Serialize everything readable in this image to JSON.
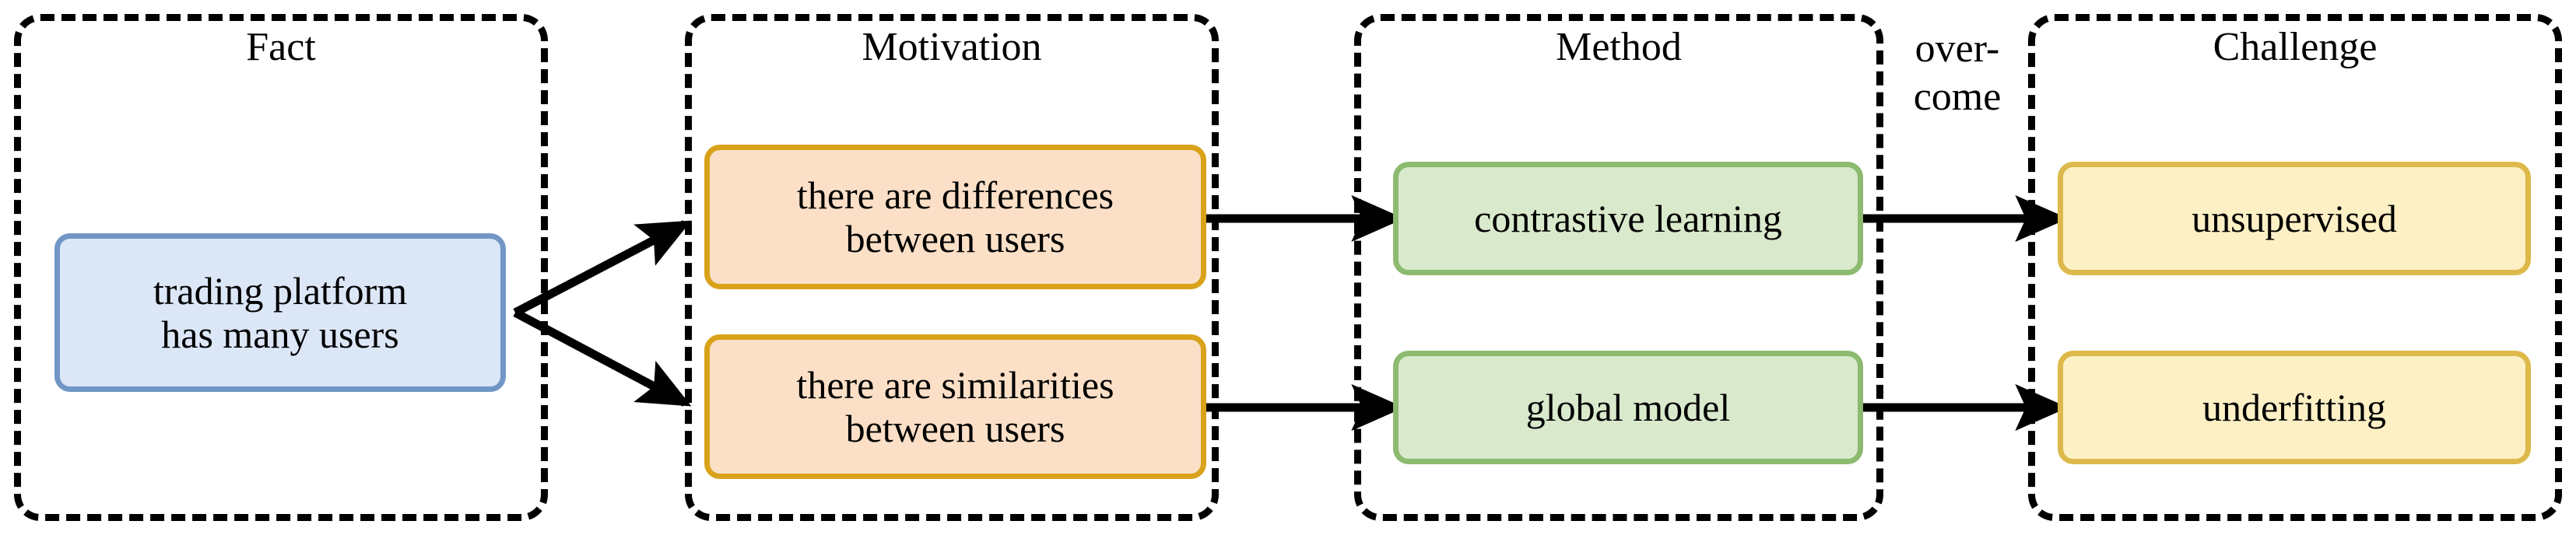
{
  "diagram": {
    "title": "Fact-Motivation-Method-Challenge flow",
    "groups": [
      {
        "id": "fact",
        "label": "Fact"
      },
      {
        "id": "motivation",
        "label": "Motivation"
      },
      {
        "id": "method",
        "label": "Method"
      },
      {
        "id": "challenge",
        "label": "Challenge"
      }
    ],
    "nodes": {
      "fact_box": {
        "line1": "trading platform",
        "line2": "has many users"
      },
      "motivation_top": {
        "line1": "there are differences",
        "line2": "between users"
      },
      "motivation_bot": {
        "line1": "there are similarities",
        "line2": "between users"
      },
      "method_top": {
        "line1": "contrastive learning"
      },
      "method_bot": {
        "line1": "global model"
      },
      "challenge_top": {
        "line1": "unsupervised"
      },
      "challenge_bot": {
        "line1": "underfitting"
      }
    },
    "edge_labels": {
      "overcome": "over-\ncome"
    },
    "colors": {
      "blue_fill": "#dbe6f7",
      "blue_border": "#7196c6",
      "orange_fill": "#fbe0c7",
      "orange_border": "#d9a21b",
      "green_fill": "#d8e9cc",
      "green_border": "#8cba6e",
      "yellow_fill": "#fdf0c5",
      "yellow_border": "#dcb94a",
      "arrow": "#000000",
      "dashed_border": "#000000"
    }
  }
}
